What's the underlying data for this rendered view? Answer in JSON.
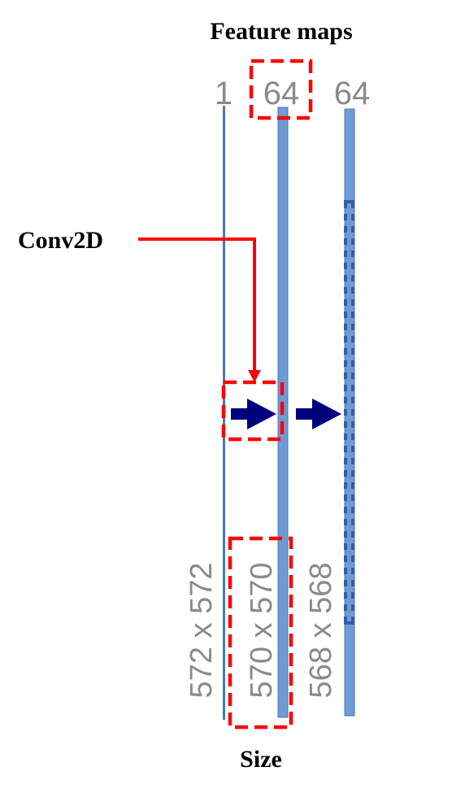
{
  "header": {
    "title": "Feature maps"
  },
  "footer": {
    "title": "Size"
  },
  "annotation": {
    "label": "Conv2D"
  },
  "channels": [
    "1",
    "64",
    "64"
  ],
  "sizes": [
    "572 x 572",
    "570 x 570",
    "568 x 568"
  ],
  "colors": {
    "highlight": "#ff0000",
    "bar": "#6f9bd4",
    "bar_stroke": "#4a77b8",
    "arrow": "#00007f",
    "text_gray": "#8a8a8a"
  }
}
